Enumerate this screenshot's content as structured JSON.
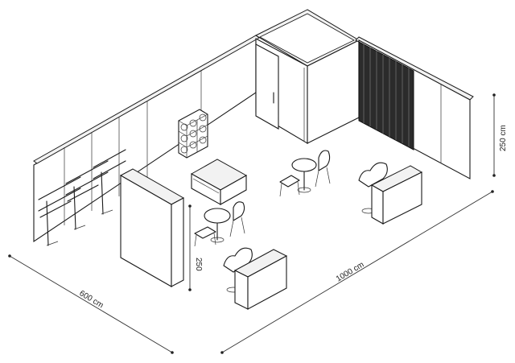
{
  "dimensions": {
    "width_label": "600 cm",
    "length_label": "1000 cm",
    "height_right_label": "250 cm",
    "height_panel_label": "250"
  }
}
